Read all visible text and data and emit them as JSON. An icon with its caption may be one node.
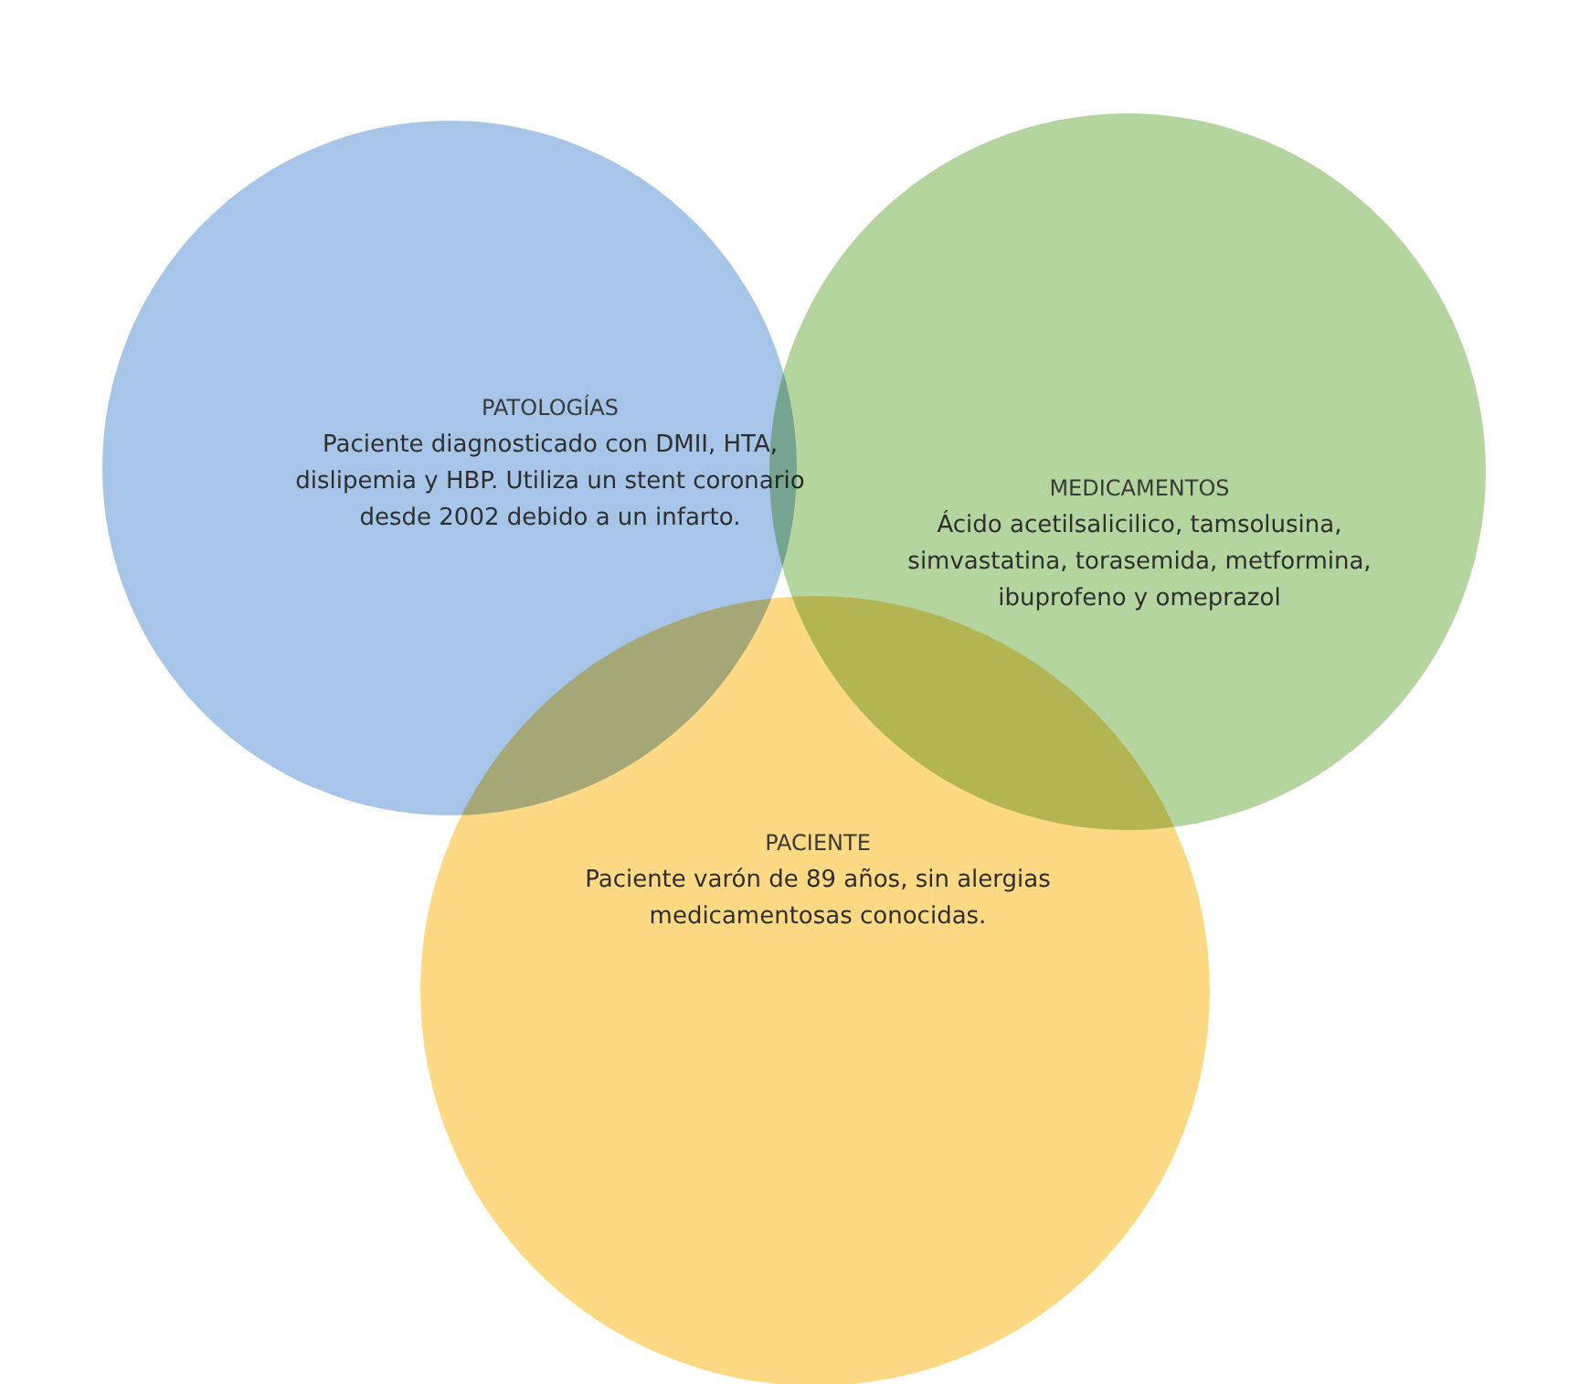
{
  "diagram": {
    "nodes": [
      {
        "text": [
          "PATOLOGÍAS",
          "Paciente diagnosticado con DMII, HTA, dislipemia y HBP. Utiliza un stent coronario desde 2002 debido a un infarto."
        ]
      },
      {
        "text": [
          "MEDICAMENTOS",
          "Ácido acetilsalicilico, tamsolusina, simvastatina, torasemida, metformina, ibuprofeno y omeprazol"
        ]
      },
      {
        "text": [
          "PACIENTE",
          "Paciente varón de 89 años, sin alergias medicamentosas conocidas."
        ]
      }
    ]
  }
}
